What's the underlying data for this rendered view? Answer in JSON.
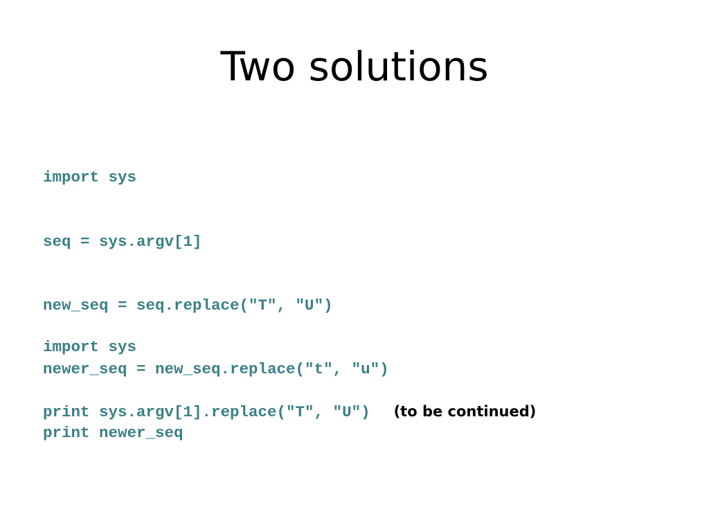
{
  "title": "Two solutions",
  "colors": {
    "code": "#3a7f86",
    "text": "#000000",
    "background": "#ffffff"
  },
  "solution1": {
    "lines": [
      "import sys",
      "seq = sys.argv[1]",
      "new_seq = seq.replace(\"T\", \"U\")",
      "newer_seq = new_seq.replace(\"t\", \"u\")",
      "print newer_seq"
    ]
  },
  "solution2": {
    "lines": [
      "import sys",
      "print sys.argv[1].replace(\"T\", \"U\")"
    ],
    "note": "(to be continued)"
  }
}
